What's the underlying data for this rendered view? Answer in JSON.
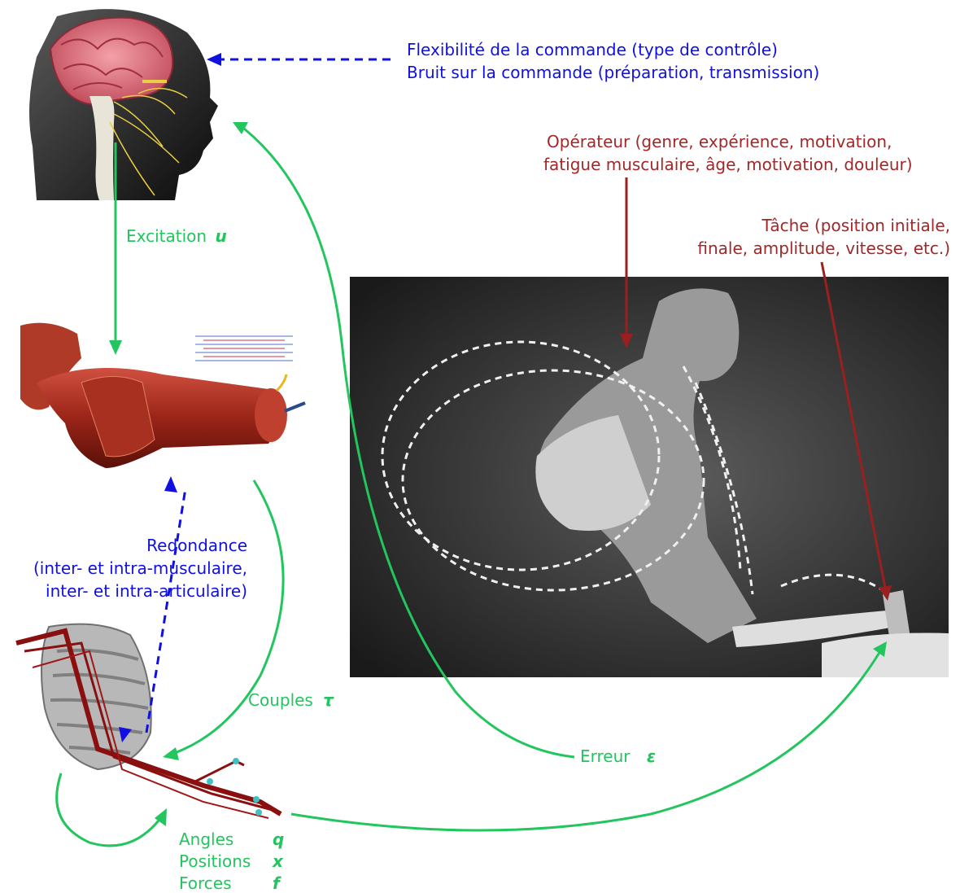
{
  "colors": {
    "command": "#1010e0",
    "context": "#a02828",
    "signal": "#22c55e"
  },
  "command": {
    "line1": "Flexibilité de la commande (type de contrôle)",
    "line2": "Bruit sur la commande (préparation, transmission)"
  },
  "operator": {
    "line1": "Opérateur (genre, expérience, motivation,",
    "line2": "fatigue musculaire, âge, motivation, douleur)"
  },
  "task": {
    "line1": "Tâche (position initiale,",
    "line2": "finale, amplitude, vitesse, etc.)"
  },
  "excitation": {
    "label": "Excitation",
    "symbol": "u"
  },
  "redundancy": {
    "line1": "Redondance",
    "line2": "(inter- et intra-musculaire,",
    "line3": "inter- et intra-articulaire)"
  },
  "torques": {
    "label": "Couples",
    "symbol": "τ"
  },
  "error": {
    "label": "Erreur",
    "symbol": "ε"
  },
  "outputs": [
    {
      "label": "Angles",
      "symbol": "q"
    },
    {
      "label": "Positions",
      "symbol": "x"
    },
    {
      "label": "Forces",
      "symbol": "f"
    }
  ],
  "icons": [
    "brain-head-image",
    "muscle-fiber-image",
    "arm-skeleton-image",
    "hammering-worker-photo"
  ]
}
